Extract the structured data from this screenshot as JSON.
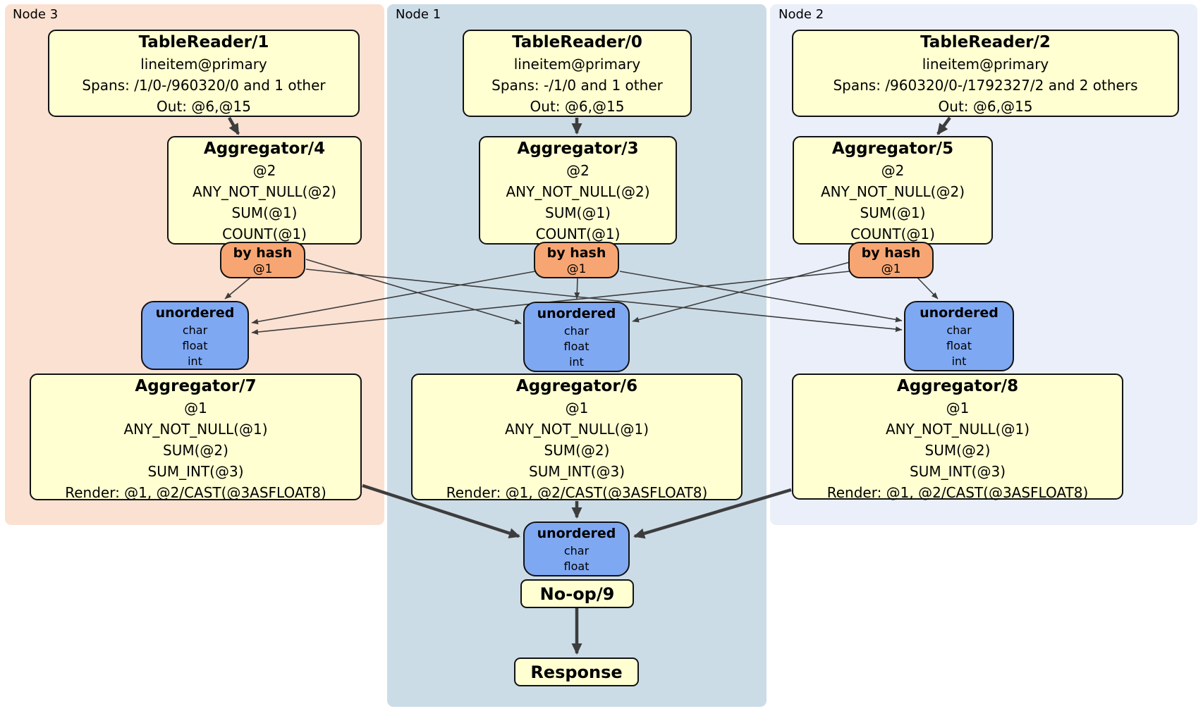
{
  "diagram": {
    "panels": [
      {
        "label": "Node 3",
        "color": "#fbe1d2"
      },
      {
        "label": "Node 1",
        "color": "#ccdce7"
      },
      {
        "label": "Node 2",
        "color": "#eaeff9"
      }
    ],
    "boxes": {
      "tr1": {
        "title": "TableReader/1",
        "lines": [
          "lineitem@primary",
          "Spans: /1/0-/960320/0 and 1 other",
          "Out: @6,@15"
        ]
      },
      "tr0": {
        "title": "TableReader/0",
        "lines": [
          "lineitem@primary",
          "Spans: -/1/0 and 1 other",
          "Out: @6,@15"
        ]
      },
      "tr2": {
        "title": "TableReader/2",
        "lines": [
          "lineitem@primary",
          "Spans: /960320/0-/1792327/2 and 2 others",
          "Out: @6,@15"
        ]
      },
      "agg4": {
        "title": "Aggregator/4",
        "lines": [
          "@2",
          "ANY_NOT_NULL(@2)",
          "SUM(@1)",
          "COUNT(@1)"
        ]
      },
      "agg3": {
        "title": "Aggregator/3",
        "lines": [
          "@2",
          "ANY_NOT_NULL(@2)",
          "SUM(@1)",
          "COUNT(@1)"
        ]
      },
      "agg5": {
        "title": "Aggregator/5",
        "lines": [
          "@2",
          "ANY_NOT_NULL(@2)",
          "SUM(@1)",
          "COUNT(@1)"
        ]
      },
      "hash3": {
        "title": "by hash",
        "lines": [
          "@1"
        ]
      },
      "hash1": {
        "title": "by hash",
        "lines": [
          "@1"
        ]
      },
      "hash2": {
        "title": "by hash",
        "lines": [
          "@1"
        ]
      },
      "uno3": {
        "title": "unordered",
        "lines": [
          "char",
          "float",
          "int"
        ]
      },
      "uno1": {
        "title": "unordered",
        "lines": [
          "char",
          "float",
          "int"
        ]
      },
      "uno2": {
        "title": "unordered",
        "lines": [
          "char",
          "float",
          "int"
        ]
      },
      "agg7": {
        "title": "Aggregator/7",
        "lines": [
          "@1",
          "ANY_NOT_NULL(@1)",
          "SUM(@2)",
          "SUM_INT(@3)",
          "Render: @1, @2/CAST(@3ASFLOAT8)"
        ]
      },
      "agg6": {
        "title": "Aggregator/6",
        "lines": [
          "@1",
          "ANY_NOT_NULL(@1)",
          "SUM(@2)",
          "SUM_INT(@3)",
          "Render: @1, @2/CAST(@3ASFLOAT8)"
        ]
      },
      "agg8": {
        "title": "Aggregator/8",
        "lines": [
          "@1",
          "ANY_NOT_NULL(@1)",
          "SUM(@2)",
          "SUM_INT(@3)",
          "Render: @1, @2/CAST(@3ASFLOAT8)"
        ]
      },
      "unoB": {
        "title": "unordered",
        "lines": [
          "char",
          "float"
        ]
      },
      "noop": {
        "title": "No-op/9"
      },
      "resp": {
        "title": "Response"
      }
    },
    "colors": {
      "processor_fill": "#ffffd2",
      "router_fill": "#f7a673",
      "synchronizer_fill": "#7fa8f3",
      "edge": "#3d3d3d",
      "border": "#121212"
    }
  }
}
